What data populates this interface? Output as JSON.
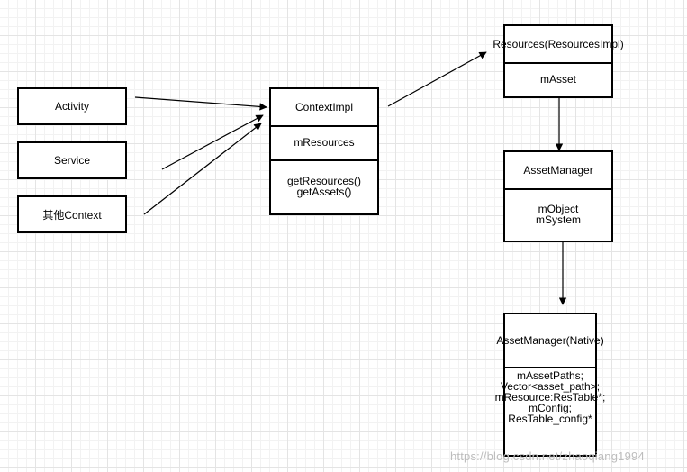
{
  "nodes": {
    "activity": "Activity",
    "service": "Service",
    "other_context": "其他Context"
  },
  "context_impl": {
    "title": "ContextImpl",
    "field": "mResources",
    "methods": [
      "getResources()",
      "getAssets()"
    ]
  },
  "resources": {
    "title": "Resources(ResourcesImpl)",
    "field": "mAsset"
  },
  "asset_manager": {
    "title": "AssetManager",
    "fields": [
      "mObject",
      "mSystem"
    ]
  },
  "asset_manager_native": {
    "title": "AssetManager(Native)",
    "fields": [
      "mAssetPaths;",
      "Vector<asset_path>;",
      "mResource:ResTable*;",
      "mConfig;",
      "ResTable_config*"
    ]
  },
  "watermark": "https://blog.csdn.net/zhaoqiang1994"
}
